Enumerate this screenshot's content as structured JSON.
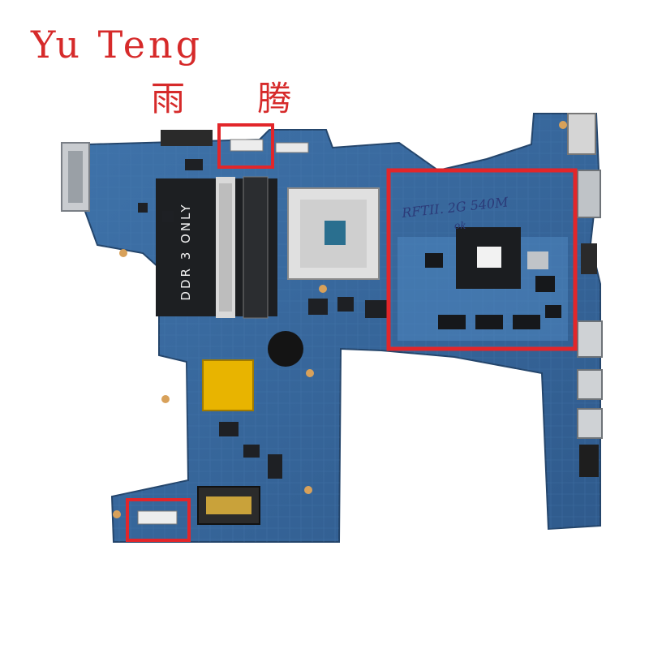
{
  "brand": {
    "name_en": "Yu Teng",
    "name_zh": "雨 腾"
  },
  "board": {
    "memory_slot_label": "DDR 3 ONLY",
    "handwritten_note": "RFTII. 2G 540M",
    "handwritten_check": "ok"
  },
  "colors": {
    "brand": "#d62a2a",
    "pcb": "#3d6ea3",
    "highlight_box": "#e2262a"
  }
}
